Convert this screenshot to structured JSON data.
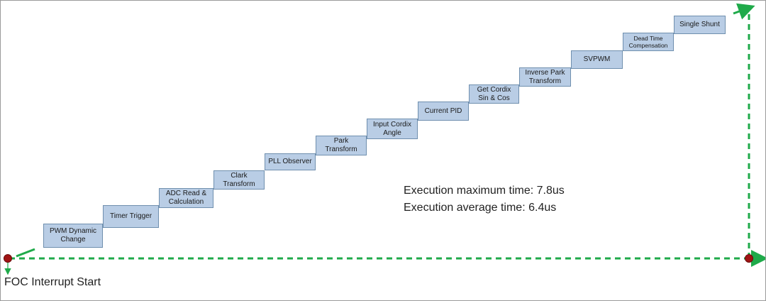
{
  "steps": [
    {
      "label": "PWM Dynamic Change"
    },
    {
      "label": "Timer Trigger"
    },
    {
      "label": "ADC Read & Calculation"
    },
    {
      "label": "Clark Transform"
    },
    {
      "label": "PLL Observer"
    },
    {
      "label": "Park Transform"
    },
    {
      "label": "Input Cordix Angle"
    },
    {
      "label": "Current PID"
    },
    {
      "label": "Get Cordix Sin & Cos"
    },
    {
      "label": "Inverse Park Transform"
    },
    {
      "label": "SVPWM"
    },
    {
      "label": "Dead Time Compensation"
    },
    {
      "label": "Single Shunt"
    }
  ],
  "stats": {
    "max_time": "Execution maximum time: 7.8us",
    "avg_time": "Execution average time: 6.4us"
  },
  "start_label": "FOC Interrupt Start",
  "colors": {
    "box_fill": "#b9cde5",
    "box_border": "#6f8fae",
    "arrow": "#1faa4a",
    "marker": "#a01414"
  }
}
